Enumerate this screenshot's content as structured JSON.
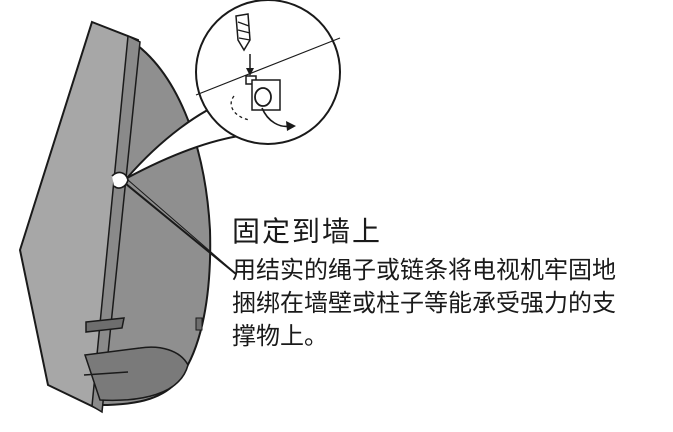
{
  "caption": {
    "title": "固定到墙上",
    "lines": [
      "用结实的绳子或链条将电视机牢固地",
      "捆绑在墙壁或柱子等能承受强力的支",
      "撑物上。"
    ]
  },
  "colors": {
    "tv_body": "#a7a7a7",
    "tv_side": "#8f8f8f",
    "tv_dark": "#6e6e6e",
    "outline": "#1a1a1a",
    "background": "#ffffff"
  },
  "icons": [
    "drill-bit-icon",
    "screw-hook-icon",
    "rotate-arrow-icon"
  ]
}
